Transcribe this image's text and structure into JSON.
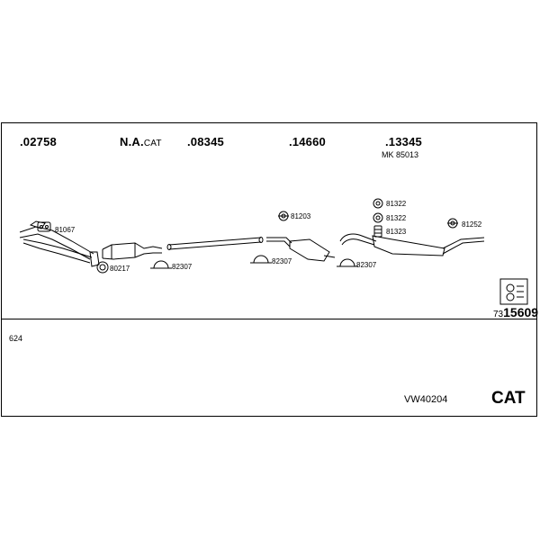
{
  "header_parts": [
    ".02758",
    "N.A.",
    ".08345",
    ".14660",
    ".13345"
  ],
  "na_suffix": "CAT",
  "mk_line": "MK 85013",
  "component_labels": {
    "l81067": "81067",
    "l80217": "80217",
    "l82307a": "82307",
    "l81203": "81203",
    "l82307b": "82307",
    "l81322a": "81322",
    "l81322b": "81322",
    "l81323": "81323",
    "l82307c": "82307",
    "l81252": "81252"
  },
  "assembly": {
    "prefix": "73",
    "number": "15609"
  },
  "footer": {
    "code": "624",
    "set_id": "VW40204",
    "cat": "CAT"
  },
  "icons": [
    "exhaust-manifold-icon",
    "catalytic-converter-icon",
    "front-pipe-icon",
    "center-silencer-icon",
    "rear-silencer-icon",
    "gasket-icon",
    "clamp-icon",
    "rubber-hanger-icon",
    "assembly-kit-icon"
  ]
}
